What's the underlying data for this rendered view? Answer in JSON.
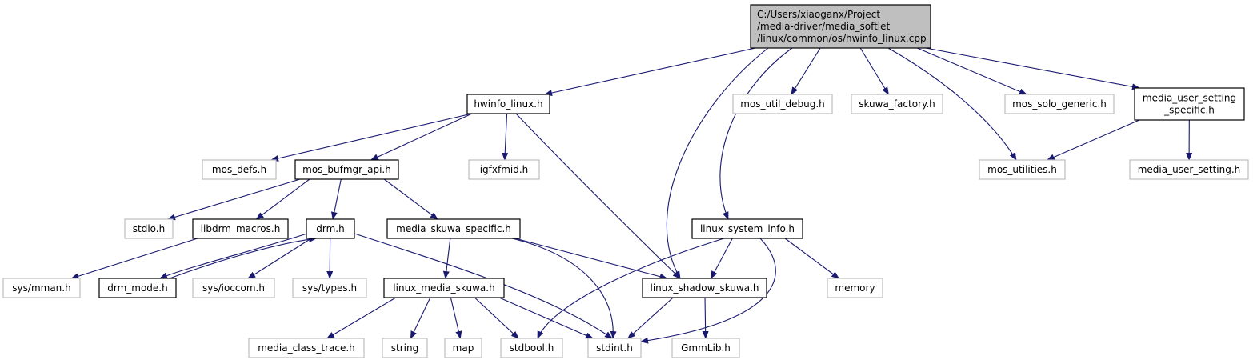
{
  "graph": {
    "nodes": [
      {
        "id": "root",
        "lines": [
          "C:/Users/xiaoganx/Project",
          "/media-driver/media_softlet",
          "/linux/common/os/hwinfo_linux.cpp"
        ],
        "style": "root"
      },
      {
        "id": "hwinfo_linux_h",
        "lines": [
          "hwinfo_linux.h"
        ],
        "style": "file"
      },
      {
        "id": "mos_util_debug_h",
        "lines": [
          "mos_util_debug.h"
        ],
        "style": "external"
      },
      {
        "id": "skuwa_factory_h",
        "lines": [
          "skuwa_factory.h"
        ],
        "style": "external"
      },
      {
        "id": "mos_solo_generic_h",
        "lines": [
          "mos_solo_generic.h"
        ],
        "style": "external"
      },
      {
        "id": "media_user_setting_specific_h",
        "lines": [
          "media_user_setting",
          "_specific.h"
        ],
        "style": "file"
      },
      {
        "id": "mos_defs_h",
        "lines": [
          "mos_defs.h"
        ],
        "style": "external"
      },
      {
        "id": "mos_bufmgr_api_h",
        "lines": [
          "mos_bufmgr_api.h"
        ],
        "style": "file"
      },
      {
        "id": "igfxfmid_h",
        "lines": [
          "igfxfmid.h"
        ],
        "style": "external"
      },
      {
        "id": "mos_utilities_h",
        "lines": [
          "mos_utilities.h"
        ],
        "style": "external"
      },
      {
        "id": "media_user_setting_h",
        "lines": [
          "media_user_setting.h"
        ],
        "style": "external"
      },
      {
        "id": "stdio_h",
        "lines": [
          "stdio.h"
        ],
        "style": "external"
      },
      {
        "id": "libdrm_macros_h",
        "lines": [
          "libdrm_macros.h"
        ],
        "style": "file"
      },
      {
        "id": "drm_h",
        "lines": [
          "drm.h"
        ],
        "style": "file"
      },
      {
        "id": "media_skuwa_specific_h",
        "lines": [
          "media_skuwa_specific.h"
        ],
        "style": "file"
      },
      {
        "id": "linux_system_info_h",
        "lines": [
          "linux_system_info.h"
        ],
        "style": "file"
      },
      {
        "id": "sys_mman_h",
        "lines": [
          "sys/mman.h"
        ],
        "style": "external"
      },
      {
        "id": "drm_mode_h",
        "lines": [
          "drm_mode.h"
        ],
        "style": "file"
      },
      {
        "id": "sys_ioccom_h",
        "lines": [
          "sys/ioccom.h"
        ],
        "style": "external"
      },
      {
        "id": "sys_types_h",
        "lines": [
          "sys/types.h"
        ],
        "style": "external"
      },
      {
        "id": "linux_media_skuwa_h",
        "lines": [
          "linux_media_skuwa.h"
        ],
        "style": "file"
      },
      {
        "id": "linux_shadow_skuwa_h",
        "lines": [
          "linux_shadow_skuwa.h"
        ],
        "style": "file"
      },
      {
        "id": "memory",
        "lines": [
          "memory"
        ],
        "style": "external"
      },
      {
        "id": "media_class_trace_h",
        "lines": [
          "media_class_trace.h"
        ],
        "style": "external"
      },
      {
        "id": "string",
        "lines": [
          "string"
        ],
        "style": "external"
      },
      {
        "id": "map",
        "lines": [
          "map"
        ],
        "style": "external"
      },
      {
        "id": "stdbool_h",
        "lines": [
          "stdbool.h"
        ],
        "style": "external"
      },
      {
        "id": "stdint_h",
        "lines": [
          "stdint.h"
        ],
        "style": "external"
      },
      {
        "id": "gmmlib_h",
        "lines": [
          "GmmLib.h"
        ],
        "style": "external"
      }
    ],
    "edges": [
      {
        "from": "root",
        "to": "hwinfo_linux_h"
      },
      {
        "from": "root",
        "to": "linux_shadow_skuwa_h"
      },
      {
        "from": "root",
        "to": "linux_system_info_h"
      },
      {
        "from": "root",
        "to": "mos_util_debug_h"
      },
      {
        "from": "root",
        "to": "skuwa_factory_h"
      },
      {
        "from": "root",
        "to": "mos_utilities_h"
      },
      {
        "from": "root",
        "to": "mos_solo_generic_h"
      },
      {
        "from": "root",
        "to": "media_user_setting_specific_h"
      },
      {
        "from": "hwinfo_linux_h",
        "to": "mos_defs_h"
      },
      {
        "from": "hwinfo_linux_h",
        "to": "mos_bufmgr_api_h"
      },
      {
        "from": "hwinfo_linux_h",
        "to": "igfxfmid_h"
      },
      {
        "from": "hwinfo_linux_h",
        "to": "linux_shadow_skuwa_h"
      },
      {
        "from": "media_user_setting_specific_h",
        "to": "mos_utilities_h"
      },
      {
        "from": "media_user_setting_specific_h",
        "to": "media_user_setting_h"
      },
      {
        "from": "mos_bufmgr_api_h",
        "to": "stdio_h"
      },
      {
        "from": "mos_bufmgr_api_h",
        "to": "libdrm_macros_h"
      },
      {
        "from": "mos_bufmgr_api_h",
        "to": "drm_h"
      },
      {
        "from": "mos_bufmgr_api_h",
        "to": "media_skuwa_specific_h"
      },
      {
        "from": "libdrm_macros_h",
        "to": "sys_mman_h"
      },
      {
        "from": "drm_h",
        "to": "drm_mode_h"
      },
      {
        "from": "drm_mode_h",
        "to": "drm_h"
      },
      {
        "from": "drm_h",
        "to": "sys_ioccom_h"
      },
      {
        "from": "drm_h",
        "to": "sys_types_h"
      },
      {
        "from": "drm_h",
        "to": "stdint_h"
      },
      {
        "from": "media_skuwa_specific_h",
        "to": "linux_media_skuwa_h"
      },
      {
        "from": "media_skuwa_specific_h",
        "to": "linux_shadow_skuwa_h"
      },
      {
        "from": "media_skuwa_specific_h",
        "to": "stdint_h"
      },
      {
        "from": "linux_system_info_h",
        "to": "linux_shadow_skuwa_h"
      },
      {
        "from": "linux_system_info_h",
        "to": "stdbool_h"
      },
      {
        "from": "linux_system_info_h",
        "to": "stdint_h"
      },
      {
        "from": "linux_system_info_h",
        "to": "memory"
      },
      {
        "from": "linux_media_skuwa_h",
        "to": "media_class_trace_h"
      },
      {
        "from": "linux_media_skuwa_h",
        "to": "string"
      },
      {
        "from": "linux_media_skuwa_h",
        "to": "map"
      },
      {
        "from": "linux_media_skuwa_h",
        "to": "stdbool_h"
      },
      {
        "from": "linux_media_skuwa_h",
        "to": "stdint_h"
      },
      {
        "from": "linux_shadow_skuwa_h",
        "to": "stdint_h"
      },
      {
        "from": "linux_shadow_skuwa_h",
        "to": "gmmlib_h"
      }
    ]
  },
  "colors": {
    "edge": "#191970",
    "root_fill": "#bfbfbf",
    "file_border": "#000000",
    "external_border": "#bfbfbf",
    "text": "#000000",
    "background": "#ffffff"
  }
}
